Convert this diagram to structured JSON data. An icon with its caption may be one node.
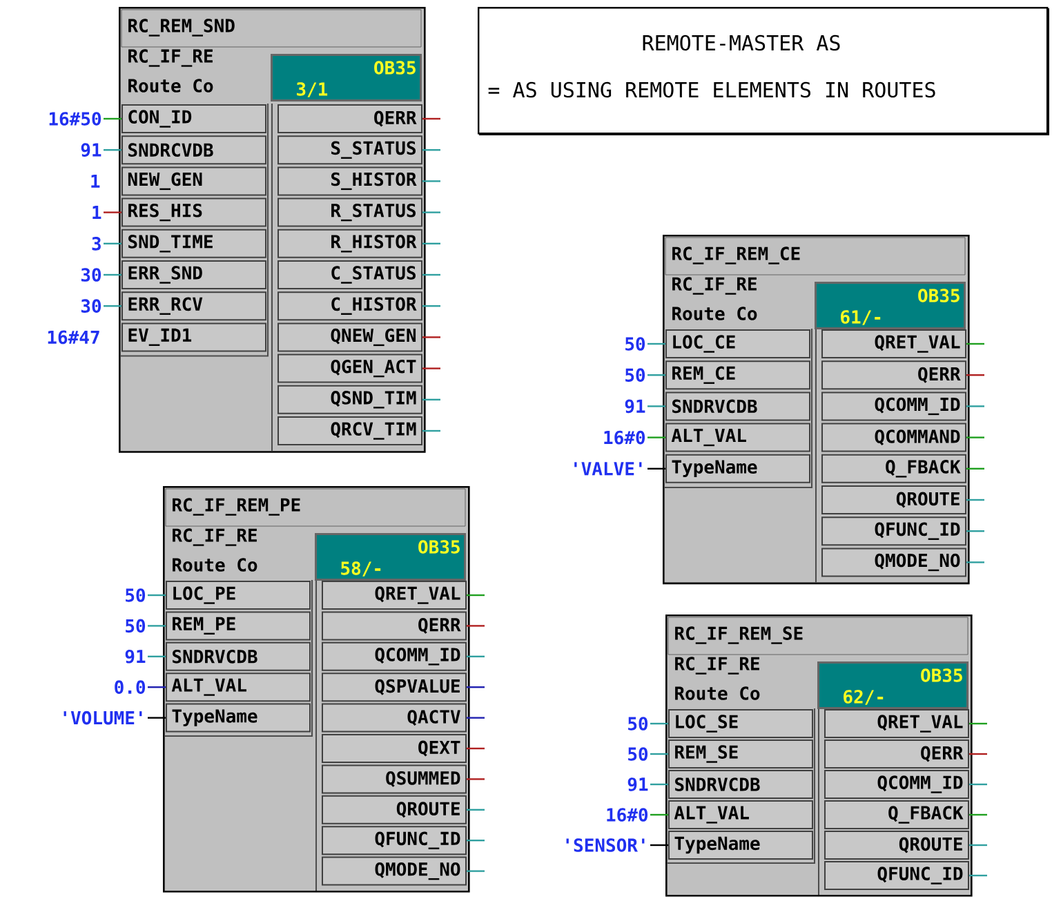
{
  "diagram": {
    "nodes": [
      {
        "text": [
          "RC_REM_SND",
          "RC_IF_RE",
          "Route Co"
        ]
      },
      {
        "text": [
          "OB35",
          "3/1"
        ],
        "in": 0
      },
      {
        "text": [
          "CON_ID"
        ],
        "in": 0
      },
      {
        "text": [
          "SNDRCVDB"
        ],
        "in": 0
      },
      {
        "text": [
          "NEW_GEN"
        ],
        "in": 0
      },
      {
        "text": [
          "RES_HIS"
        ],
        "in": 0
      },
      {
        "text": [
          "SND_TIME"
        ],
        "in": 0
      },
      {
        "text": [
          "ERR_SND"
        ],
        "in": 0
      },
      {
        "text": [
          "ERR_RCV"
        ],
        "in": 0
      },
      {
        "text": [
          "EV_ID1"
        ],
        "in": 0
      },
      {
        "text": [
          "QERR"
        ],
        "in": 0
      },
      {
        "text": [
          "S_STATUS"
        ],
        "in": 0
      },
      {
        "text": [
          "S_HISTOR"
        ],
        "in": 0
      },
      {
        "text": [
          "R_STATUS"
        ],
        "in": 0
      },
      {
        "text": [
          "R_HISTOR"
        ],
        "in": 0
      },
      {
        "text": [
          "C_STATUS"
        ],
        "in": 0
      },
      {
        "text": [
          "C_HISTOR"
        ],
        "in": 0
      },
      {
        "text": [
          "QNEW_GEN"
        ],
        "in": 0
      },
      {
        "text": [
          "QGEN_ACT"
        ],
        "in": 0
      },
      {
        "text": [
          "QSND_TIM"
        ],
        "in": 0
      },
      {
        "text": [
          "QRCV_TIM"
        ],
        "in": 0
      },
      {
        "text": [
          "16#50"
        ]
      },
      {
        "text": [
          "91"
        ]
      },
      {
        "text": [
          "1"
        ]
      },
      {
        "text": [
          "3"
        ]
      },
      {
        "text": [
          "30"
        ]
      },
      {
        "text": [
          "30"
        ]
      },
      {
        "text": [
          "REMOTE-MASTER AS",
          "= AS USING REMOTE ELEMENTS IN ROUTES"
        ]
      },
      {
        "text": [
          "RC_IF_REM_CE",
          "RC_IF_RE",
          "Route Co"
        ]
      },
      {
        "text": [
          "OB35",
          "61/-"
        ],
        "in": 28
      },
      {
        "text": [
          "LOC_CE"
        ],
        "in": 28
      },
      {
        "text": [
          "REM_CE"
        ],
        "in": 28
      },
      {
        "text": [
          "SNDRVCDB"
        ],
        "in": 28
      },
      {
        "text": [
          "ALT_VAL"
        ],
        "in": 28
      },
      {
        "text": [
          "TypeName"
        ],
        "in": 28
      },
      {
        "text": [
          "QRET_VAL"
        ],
        "in": 28
      },
      {
        "text": [
          "QERR"
        ],
        "in": 28
      },
      {
        "text": [
          "QCOMM_ID"
        ],
        "in": 28
      },
      {
        "text": [
          "QCOMMAND"
        ],
        "in": 28
      },
      {
        "text": [
          "Q_FBACK"
        ],
        "in": 28
      },
      {
        "text": [
          "QROUTE"
        ],
        "in": 28
      },
      {
        "text": [
          "QFUNC_ID"
        ],
        "in": 28
      },
      {
        "text": [
          "QMODE_NO"
        ],
        "in": 28
      },
      {
        "text": [
          "50"
        ]
      },
      {
        "text": [
          "50"
        ]
      },
      {
        "text": [
          "91"
        ]
      },
      {
        "text": [
          "16#0"
        ]
      },
      {
        "text": [
          "'VALVE'"
        ]
      },
      {
        "text": [
          "RC_IF_REM_PE",
          "RC_IF_RE",
          "Route Co"
        ]
      },
      {
        "text": [
          "OB35",
          "58/-"
        ],
        "in": 48
      },
      {
        "text": [
          "LOC_PE"
        ],
        "in": 48
      },
      {
        "text": [
          "REM_PE"
        ],
        "in": 48
      },
      {
        "text": [
          "SNDRVCDB"
        ],
        "in": 48
      },
      {
        "text": [
          "ALT_VAL"
        ],
        "in": 48
      },
      {
        "text": [
          "TypeName"
        ],
        "in": 48
      },
      {
        "text": [
          "QRET_VAL"
        ],
        "in": 48
      },
      {
        "text": [
          "QERR"
        ],
        "in": 48
      },
      {
        "text": [
          "QCOMM_ID"
        ],
        "in": 48
      },
      {
        "text": [
          "QSPVALUE"
        ],
        "in": 48
      },
      {
        "text": [
          "QACTV"
        ],
        "in": 48
      },
      {
        "text": [
          "QEXT"
        ],
        "in": 48
      },
      {
        "text": [
          "QSUMMED"
        ],
        "in": 48
      },
      {
        "text": [
          "QROUTE"
        ],
        "in": 48
      },
      {
        "text": [
          "QFUNC_ID"
        ],
        "in": 48
      },
      {
        "text": [
          "QMODE_NO"
        ],
        "in": 48
      },
      {
        "text": [
          "50"
        ]
      },
      {
        "text": [
          "50"
        ]
      },
      {
        "text": [
          "91"
        ]
      },
      {
        "text": [
          "0.0"
        ]
      },
      {
        "text": [
          "'VOLUME'"
        ]
      },
      {
        "text": [
          "RC_IF_REM_SE",
          "RC_IF_RE",
          "Route Co"
        ]
      },
      {
        "text": [
          "OB35",
          "62/-"
        ],
        "in": 70
      },
      {
        "text": [
          "LOC_SE"
        ],
        "in": 70
      },
      {
        "text": [
          "REM_SE"
        ],
        "in": 70
      },
      {
        "text": [
          "SNDRVCDB"
        ],
        "in": 70
      },
      {
        "text": [
          "ALT_VAL"
        ],
        "in": 70
      },
      {
        "text": [
          "TypeName"
        ],
        "in": 70
      },
      {
        "text": [
          "QRET_VAL"
        ],
        "in": 70
      },
      {
        "text": [
          "QERR"
        ],
        "in": 70
      },
      {
        "text": [
          "QCOMM_ID"
        ],
        "in": 70
      },
      {
        "text": [
          "Q_FBACK"
        ],
        "in": 70
      },
      {
        "text": [
          "QROUTE"
        ],
        "in": 70
      },
      {
        "text": [
          "QFUNC_ID"
        ],
        "in": 70
      },
      {
        "text": [
          "50"
        ]
      },
      {
        "text": [
          "50"
        ]
      },
      {
        "text": [
          "91"
        ]
      },
      {
        "text": [
          "16#0"
        ]
      },
      {
        "text": [
          "'SENSOR'"
        ]
      }
    ],
    "edges": [
      {
        "from": 21,
        "to": 2,
        "arrow": "none",
        "color": "#20a020"
      },
      {
        "from": 22,
        "to": 3,
        "arrow": "none"
      },
      {
        "from": 23,
        "to": 5,
        "arrow": "none",
        "color": "#b02020"
      },
      {
        "from": 24,
        "to": 6,
        "arrow": "none"
      },
      {
        "from": 25,
        "to": 7,
        "arrow": "none"
      },
      {
        "from": 26,
        "to": 8,
        "arrow": "none"
      },
      {
        "from": 10,
        "to": null,
        "arrow": "none",
        "color": "#b02020"
      },
      {
        "from": 11,
        "to": null,
        "arrow": "none"
      },
      {
        "from": 12,
        "to": null,
        "arrow": "none"
      },
      {
        "from": 13,
        "to": null,
        "arrow": "none"
      },
      {
        "from": 14,
        "to": null,
        "arrow": "none"
      },
      {
        "from": 15,
        "to": null,
        "arrow": "none"
      },
      {
        "from": 16,
        "to": null,
        "arrow": "none"
      },
      {
        "from": 17,
        "to": null,
        "arrow": "none",
        "color": "#b02020"
      },
      {
        "from": 18,
        "to": null,
        "arrow": "none",
        "color": "#b02020"
      },
      {
        "from": 19,
        "to": null,
        "arrow": "none"
      },
      {
        "from": 20,
        "to": null,
        "arrow": "none"
      },
      {
        "from": 43,
        "to": 30,
        "arrow": "none"
      },
      {
        "from": 44,
        "to": 31,
        "arrow": "none"
      },
      {
        "from": 45,
        "to": 32,
        "arrow": "none"
      },
      {
        "from": 46,
        "to": 33,
        "arrow": "none",
        "color": "#20a020"
      },
      {
        "from": 47,
        "to": 34,
        "arrow": "none",
        "color": "#000000"
      },
      {
        "from": 35,
        "to": null,
        "arrow": "none",
        "color": "#20a020"
      },
      {
        "from": 36,
        "to": null,
        "arrow": "none",
        "color": "#b02020"
      },
      {
        "from": 37,
        "to": null,
        "arrow": "none"
      },
      {
        "from": 38,
        "to": null,
        "arrow": "none",
        "color": "#20a020"
      },
      {
        "from": 39,
        "to": null,
        "arrow": "none",
        "color": "#20a020"
      },
      {
        "from": 40,
        "to": null,
        "arrow": "none"
      },
      {
        "from": 41,
        "to": null,
        "arrow": "none"
      },
      {
        "from": 42,
        "to": null,
        "arrow": "none"
      },
      {
        "from": 65,
        "to": 50,
        "arrow": "none"
      },
      {
        "from": 66,
        "to": 51,
        "arrow": "none"
      },
      {
        "from": 67,
        "to": 52,
        "arrow": "none"
      },
      {
        "from": 68,
        "to": 53,
        "arrow": "none",
        "color": "#2020b0"
      },
      {
        "from": 69,
        "to": 54,
        "arrow": "none",
        "color": "#000000"
      },
      {
        "from": 55,
        "to": null,
        "arrow": "none",
        "color": "#20a020"
      },
      {
        "from": 56,
        "to": null,
        "arrow": "none",
        "color": "#b02020"
      },
      {
        "from": 57,
        "to": null,
        "arrow": "none"
      },
      {
        "from": 58,
        "to": null,
        "arrow": "none",
        "color": "#2020b0"
      },
      {
        "from": 59,
        "to": null,
        "arrow": "none",
        "color": "#2020b0"
      },
      {
        "from": 60,
        "to": null,
        "arrow": "none",
        "color": "#b02020"
      },
      {
        "from": 61,
        "to": null,
        "arrow": "none",
        "color": "#b02020"
      },
      {
        "from": 62,
        "to": null,
        "arrow": "none"
      },
      {
        "from": 63,
        "to": null,
        "arrow": "none"
      },
      {
        "from": 64,
        "to": null,
        "arrow": "none"
      },
      {
        "from": 83,
        "to": 72,
        "arrow": "none"
      },
      {
        "from": 84,
        "to": 73,
        "arrow": "none"
      },
      {
        "from": 85,
        "to": 74,
        "arrow": "none"
      },
      {
        "from": 86,
        "to": 75,
        "arrow": "none",
        "color": "#20a020"
      },
      {
        "from": 87,
        "to": 76,
        "arrow": "none",
        "color": "#000000"
      },
      {
        "from": 77,
        "to": null,
        "arrow": "none",
        "color": "#20a020"
      },
      {
        "from": 78,
        "to": null,
        "arrow": "none",
        "color": "#b02020"
      },
      {
        "from": 79,
        "to": null,
        "arrow": "none"
      },
      {
        "from": 80,
        "to": null,
        "arrow": "none",
        "color": "#20a020"
      },
      {
        "from": 81,
        "to": null,
        "arrow": "none"
      },
      {
        "from": 82,
        "to": null,
        "arrow": "none"
      }
    ],
    "labels": [
      "1",
      "16#47"
    ]
  }
}
